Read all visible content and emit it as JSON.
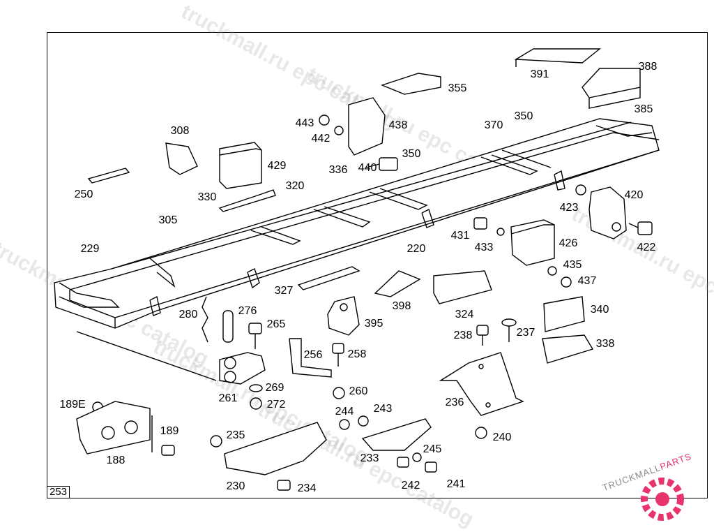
{
  "page_number": "253",
  "watermark": "truckmall.ru epc catalog",
  "logo": {
    "brand": "TRUCKMALL",
    "suffix": "PARTS",
    "accent": "#e8336d"
  },
  "labels": [
    "391",
    "388",
    "355",
    "385",
    "443",
    "442",
    "438",
    "370",
    "350",
    "308",
    "429",
    "440",
    "350",
    "336",
    "320",
    "330",
    "250",
    "420",
    "423",
    "305",
    "431",
    "433",
    "426",
    "422",
    "229",
    "220",
    "435",
    "437",
    "327",
    "398",
    "340",
    "324",
    "280",
    "276",
    "265",
    "395",
    "238",
    "237",
    "338",
    "256",
    "258",
    "261",
    "269",
    "260",
    "272",
    "189E",
    "244",
    "243",
    "236",
    "189",
    "235",
    "240",
    "188",
    "233",
    "245",
    "230",
    "234",
    "242",
    "241"
  ]
}
